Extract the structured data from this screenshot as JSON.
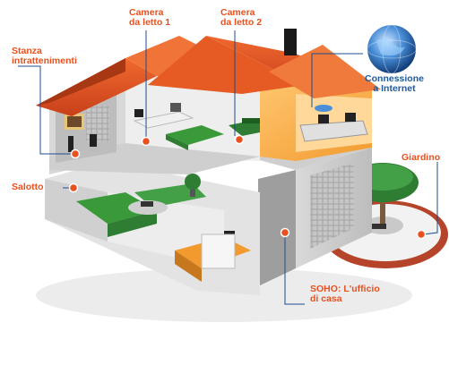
{
  "labels": {
    "camera1": "Camera da letto 1",
    "camera2": "Camera da letto 2",
    "stanza": "Stanza intrattenimenti",
    "salotto": "Salotto",
    "giardino": "Giardino",
    "soho": "SOHO: L'ufficio di casa",
    "internet": "Connessione a Internet"
  },
  "colors": {
    "accent": "#e8501d",
    "internet_text": "#1d5a9e",
    "roof": "#e1501f",
    "grass": "#3a9a3a"
  }
}
